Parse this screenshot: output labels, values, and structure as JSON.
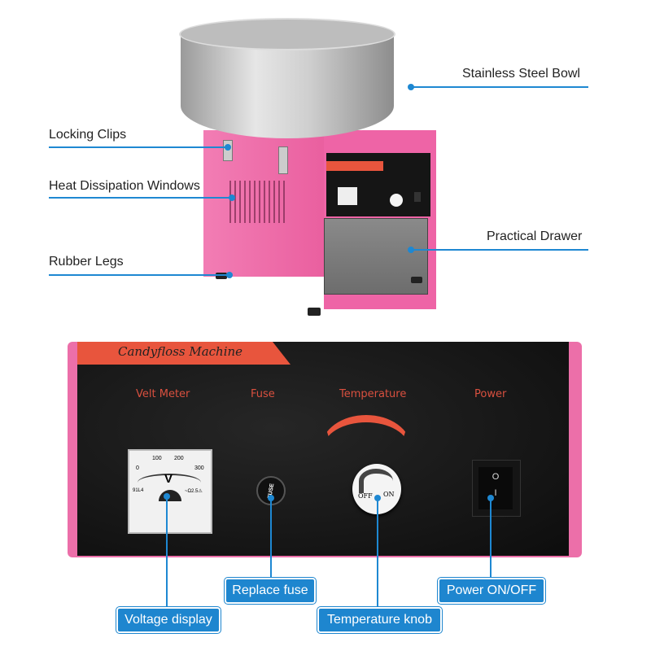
{
  "product_annotations": {
    "bowl": "Stainless Steel Bowl",
    "clips": "Locking Clips",
    "windows": "Heat Dissipation Windows",
    "legs": "Rubber Legs",
    "drawer": "Practical Drawer"
  },
  "panel": {
    "brand": "Candyfloss Machine",
    "labels": [
      "Velt Meter",
      "Fuse",
      "Temperature",
      "Power"
    ],
    "meter": {
      "unit": "V",
      "ticks": [
        "0",
        "100",
        "200",
        "300"
      ],
      "model": "91L4",
      "rating": "~Ω2.5⚠"
    },
    "fuse_text": "FUSE",
    "knob": {
      "off": "OFF",
      "on": "ON"
    },
    "switch": {
      "off": "O",
      "on": "I"
    }
  },
  "callouts": {
    "voltage": "Voltage display",
    "fuse": "Replace fuse",
    "temperature": "Temperature knob",
    "power": "Power ON/OFF"
  },
  "colors": {
    "accent": "#1e86cf",
    "body": "#f06aa8",
    "panel": "#111111",
    "brand_banner": "#e8553d"
  }
}
